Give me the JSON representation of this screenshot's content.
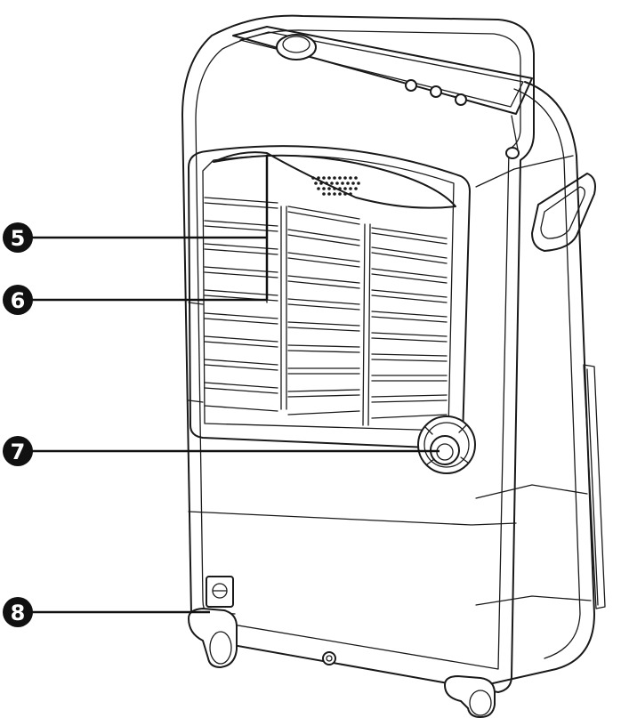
{
  "callouts": [
    {
      "id": "5",
      "label": "5"
    },
    {
      "id": "6",
      "label": "6"
    },
    {
      "id": "7",
      "label": "7"
    },
    {
      "id": "8",
      "label": "8"
    }
  ],
  "colors": {
    "line": "#1a1a1a",
    "callout": "#111111",
    "background": "#ffffff"
  }
}
